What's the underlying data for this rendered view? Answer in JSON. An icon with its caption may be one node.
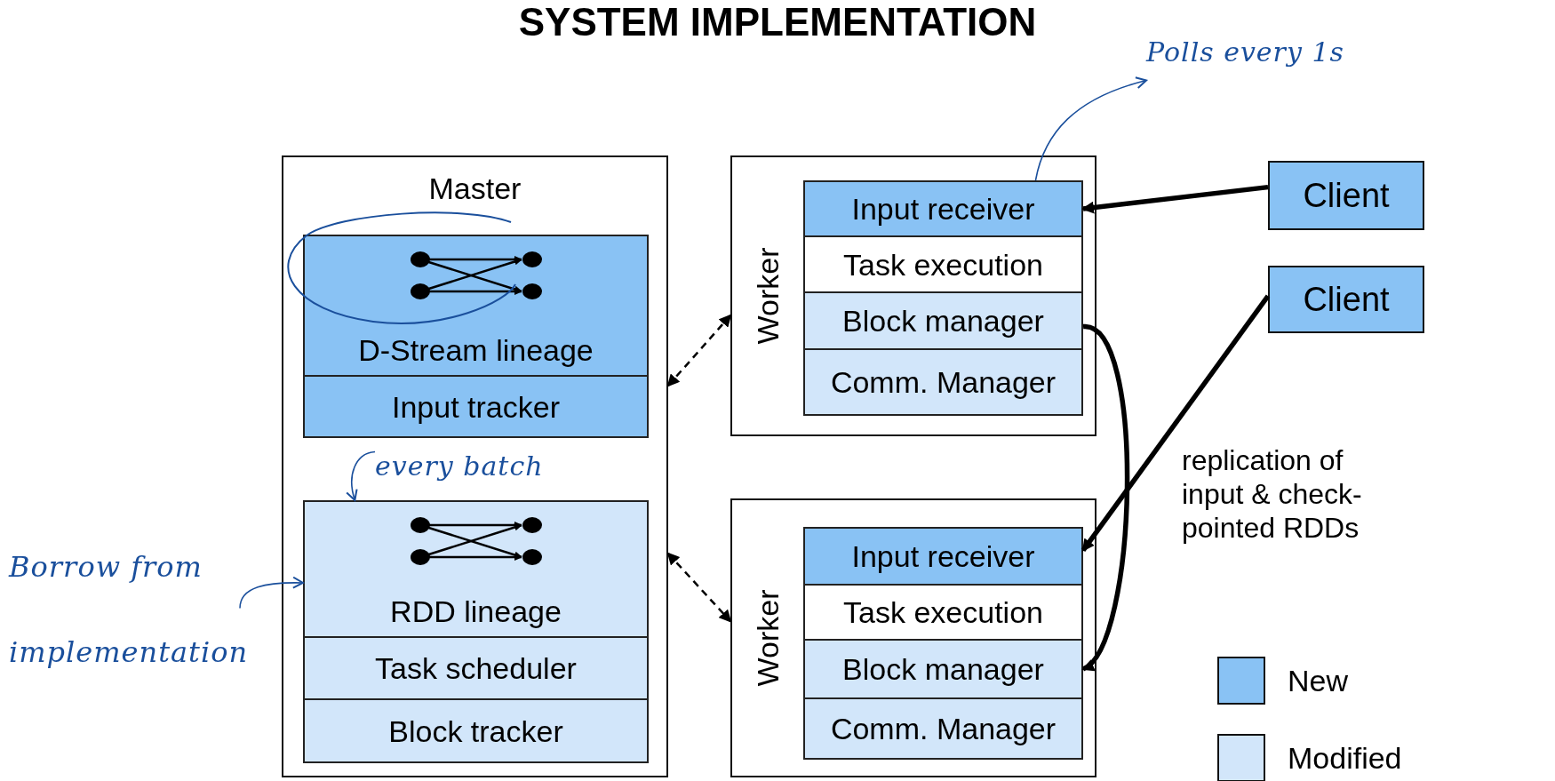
{
  "diagram": {
    "title": "SYSTEM IMPLEMENTATION",
    "nodes": [
      {
        "text": [
          "Master"
        ]
      },
      {
        "text": [
          "D-Stream lineage"
        ],
        "in": 0
      },
      {
        "text": [
          "Input tracker"
        ],
        "in": 0
      },
      {
        "text": [
          "RDD lineage"
        ],
        "in": 0
      },
      {
        "text": [
          "Task scheduler"
        ],
        "in": 0
      },
      {
        "text": [
          "Block tracker"
        ],
        "in": 0
      },
      {
        "text": [
          "Worker"
        ]
      },
      {
        "text": [
          "Input receiver"
        ],
        "in": 6
      },
      {
        "text": [
          "Task execution"
        ],
        "in": 6
      },
      {
        "text": [
          "Block manager"
        ],
        "in": 6
      },
      {
        "text": [
          "Comm. Manager"
        ],
        "in": 6
      },
      {
        "text": [
          "Worker"
        ]
      },
      {
        "text": [
          "Input receiver"
        ],
        "in": 11
      },
      {
        "text": [
          "Task execution"
        ],
        "in": 11
      },
      {
        "text": [
          "Block manager"
        ],
        "in": 11
      },
      {
        "text": [
          "Comm. Manager"
        ],
        "in": 11
      },
      {
        "text": [
          "Client"
        ]
      },
      {
        "text": [
          "Client"
        ]
      },
      {
        "text": [
          "Polls every 1s"
        ]
      },
      {
        "text": [
          "every batch"
        ],
        "in": 0
      },
      {
        "text": [
          "Borrow from implementation"
        ]
      }
    ],
    "edges": [
      {
        "from": 16,
        "to": 7,
        "arrow": "to",
        "style": "thick"
      },
      {
        "from": 17,
        "to": 12,
        "arrow": "to",
        "style": "thick"
      },
      {
        "from": 9,
        "to": 14,
        "arrow": "to",
        "style": "thick"
      },
      {
        "from": 0,
        "to": 6,
        "arrow": "both",
        "style": "dashed"
      },
      {
        "from": 0,
        "to": 11,
        "arrow": "both",
        "style": "dashed"
      },
      {
        "from": 7,
        "to": 18,
        "arrow": "to",
        "color": "#1a4f9c"
      },
      {
        "from": 19,
        "to": 3,
        "arrow": "to",
        "color": "#1a4f9c"
      },
      {
        "from": 20,
        "to": 3,
        "arrow": "to",
        "color": "#1a4f9c"
      }
    ],
    "labels": [
      "replication of input & check-pointed RDDs"
    ],
    "legend": [
      {
        "text": "New",
        "color": "#89c2f4"
      },
      {
        "text": "Modified",
        "color": "#d2e6fa"
      }
    ]
  }
}
